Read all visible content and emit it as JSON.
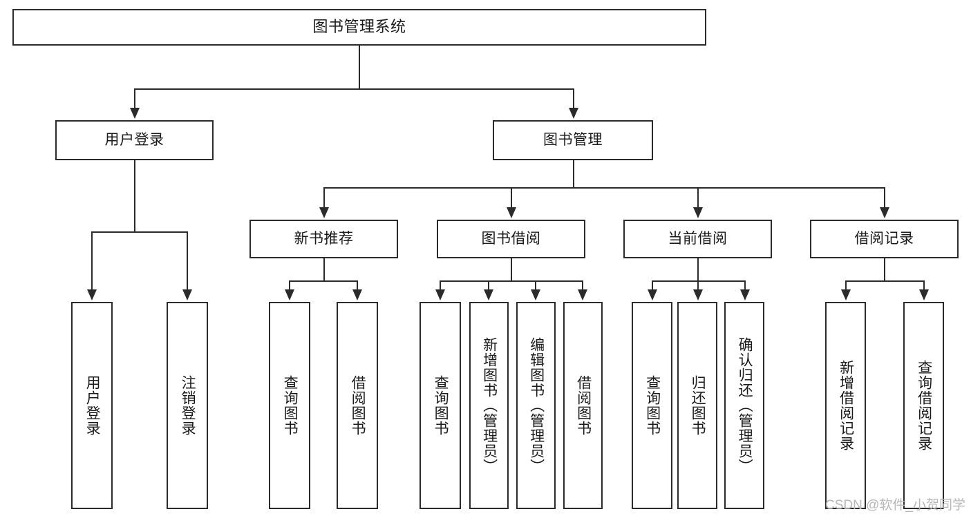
{
  "diagram": {
    "title": "图书管理系统",
    "type": "tree",
    "watermark": "CSDN @软件_小贺同学",
    "colors": {
      "stroke": "#2b2b2b",
      "fill": "#ffffff",
      "text": "#1a1a1a",
      "watermark": "#b7b7b7"
    },
    "nodes": {
      "root": {
        "label": "图书管理系统"
      },
      "level2": [
        {
          "label": "用户登录"
        },
        {
          "label": "图书管理"
        }
      ],
      "level3": [
        {
          "label": "新书推荐"
        },
        {
          "label": "图书借阅"
        },
        {
          "label": "当前借阅"
        },
        {
          "label": "借阅记录"
        }
      ],
      "leaves": {
        "user_login": [
          {
            "label": "用户登录"
          },
          {
            "label": "注销登录"
          }
        ],
        "new_book": [
          {
            "label": "查询图书"
          },
          {
            "label": "借阅图书"
          }
        ],
        "book_borrow": [
          {
            "label": "查询图书"
          },
          {
            "label": "新增图书（管理员）"
          },
          {
            "label": "编辑图书（管理员）"
          },
          {
            "label": "借阅图书"
          }
        ],
        "current_borrow": [
          {
            "label": "查询图书"
          },
          {
            "label": "归还图书"
          },
          {
            "label": "确认归还（管理员）"
          }
        ],
        "borrow_record": [
          {
            "label": "新增借阅记录"
          },
          {
            "label": "查询借阅记录"
          }
        ]
      }
    }
  }
}
